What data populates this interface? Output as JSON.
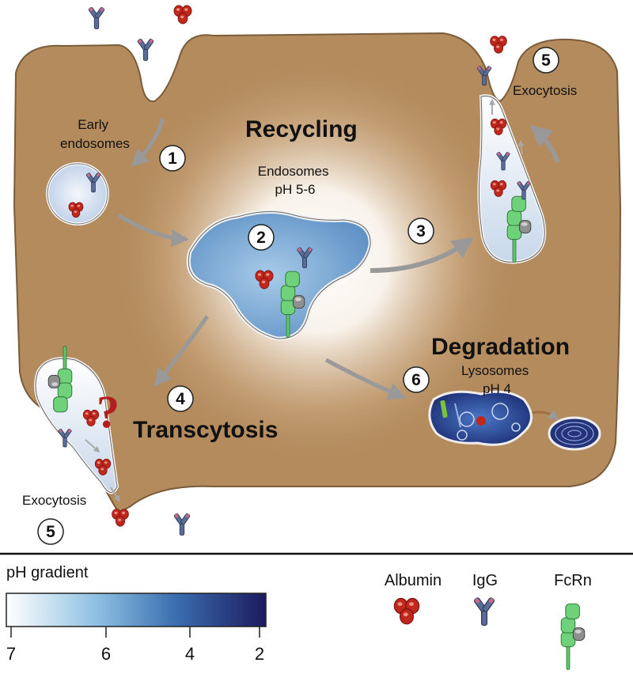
{
  "title": "Recycling",
  "labels": {
    "early_endosomes": [
      "Early",
      "endosomes"
    ],
    "endosomes": [
      "Endosomes",
      "pH 5-6"
    ],
    "exocytosis_right": "Exocytosis",
    "exocytosis_left": "Exocytosis",
    "degradation": "Degradation",
    "lysosomes": [
      "Lysosomes",
      "pH 4"
    ],
    "transcytosis": "Transcytosis",
    "question": "?"
  },
  "steps": [
    "1",
    "2",
    "3",
    "4",
    "5",
    "5",
    "6"
  ],
  "legend": {
    "gradient_title": "pH gradient",
    "gradient_ticks": [
      "7",
      "6",
      "4",
      "2"
    ],
    "gradient_colors": [
      "#ffffff",
      "#5aa0d0",
      "#1c1a5e"
    ],
    "albumin": "Albumin",
    "igg": "IgG",
    "fcrn": "FcRn"
  },
  "colors": {
    "cell": "#b38b5d",
    "cell_edge": "#8a6a44",
    "albumin": "#c0281e",
    "igg": "#5a6d96",
    "fcrn": "#5fc56a",
    "fcrn_grey": "#8f8f8f",
    "arrow": "#999999",
    "lysosome": "#22357a"
  }
}
